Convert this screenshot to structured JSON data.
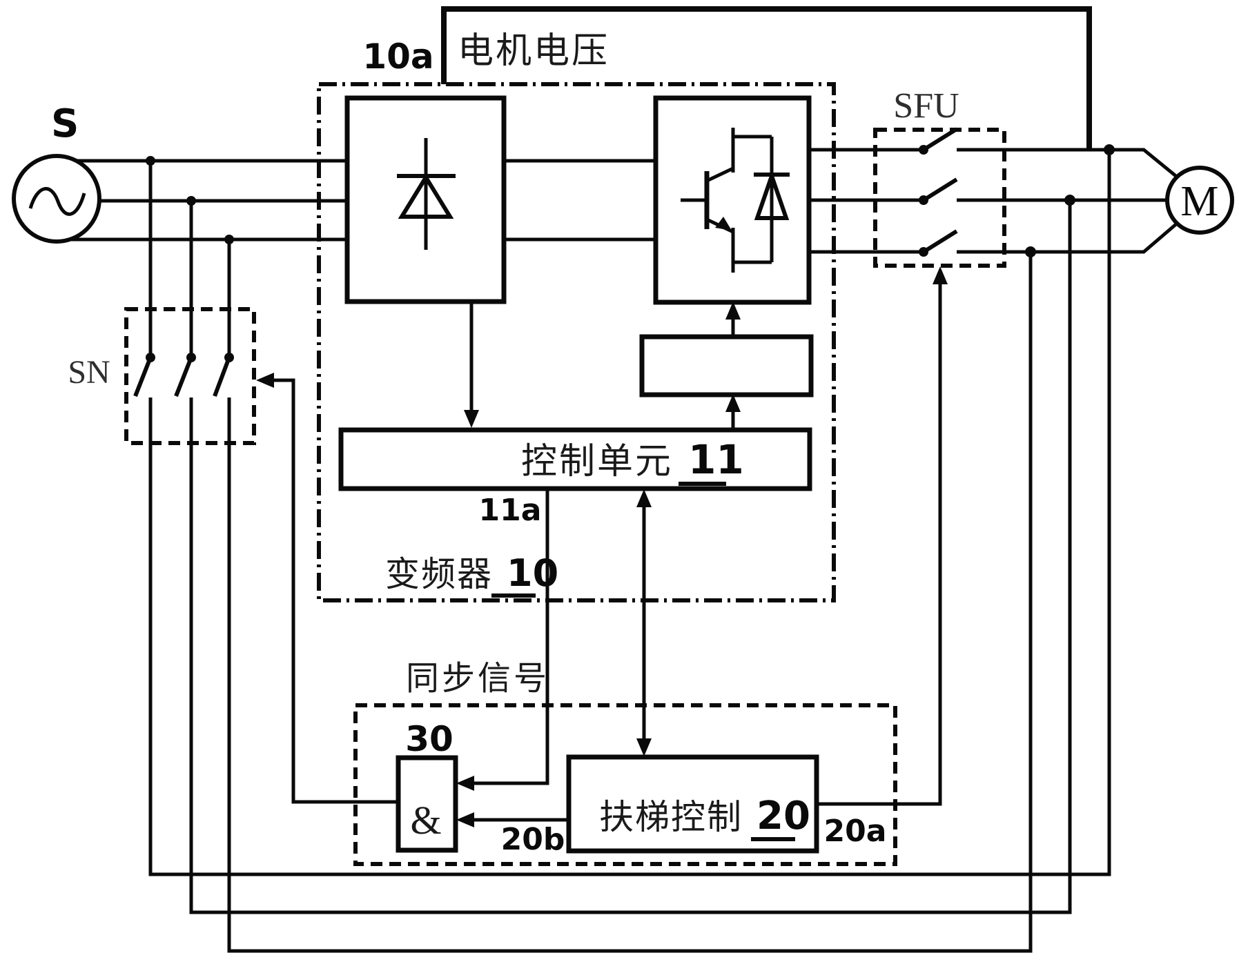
{
  "page": {
    "background": "#ffffff",
    "ink": "#0a0a0a",
    "muted_ink": "#2e2e2e"
  },
  "diagram": {
    "source": {
      "label": "S"
    },
    "motor": {
      "label": "M"
    },
    "contactors": {
      "sn": "SN",
      "sfu": "SFU"
    },
    "top_feedback": {
      "label": "电机电压",
      "node_ref": "10a"
    },
    "converter": {
      "label": "变频器",
      "ref": "10"
    },
    "control_unit": {
      "label": "控制单元",
      "ref": "11",
      "output_ref": "11a"
    },
    "sync_box": {
      "label": "同步信号",
      "gate_ref": "30",
      "gate_symbol": "&"
    },
    "escalator": {
      "label": "扶梯控制",
      "ref": "20",
      "out_a": "20a",
      "out_b": "20b"
    }
  }
}
